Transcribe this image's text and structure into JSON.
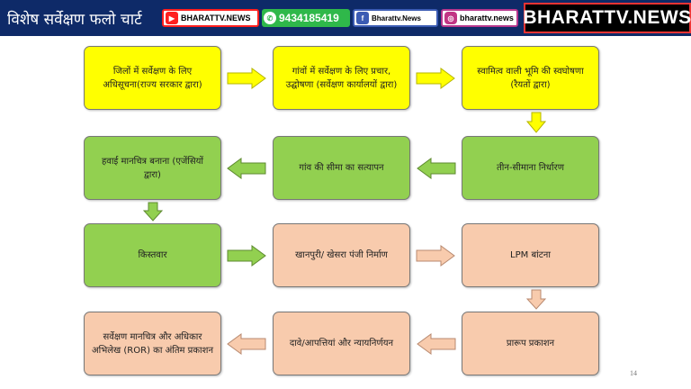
{
  "header": {
    "title": "विशेष सर्वेक्षण फलो चार्ट",
    "socials": {
      "youtube": "BHARATTV.NEWS",
      "whatsapp": "9434185419",
      "facebook": "Bharattv.News",
      "instagram": "bharattv.news"
    },
    "brand": "BHARATTV.NEWS"
  },
  "flow": {
    "step1": "जिलों में सर्वेक्षण के लिए अधिसूचना(राज्य सरकार द्वारा)",
    "step2": "गांवों में सर्वेक्षण के लिए प्रचार, उद्घोषणा (सर्वेक्षण कार्यालयों द्वारा)",
    "step3": "स्वामित्व वाली भूमि की स्वघोषणा (रैयतों द्वारा)",
    "step4": "हवाई मानचित्र बनाना (एजेंसियों द्वारा)",
    "step5": "गांव की सीमा का सत्यापन",
    "step6": "तीन-सीमाना निर्धारण",
    "step7": "किस्तवार",
    "step8": "खानपुरी/ खेसरा पंजी निर्माण",
    "step9": "LPM बांटना",
    "step10": "सर्वेक्षण मानचित्र और अधिकार अभिलेख (ROR) का अंतिम प्रकाशन",
    "step11": "दावे/आपत्तियां और न्यायनिर्णयन",
    "step12": "प्रारूप प्रकाशन"
  },
  "colors": {
    "yellow": "#ffff00",
    "green": "#92d050",
    "peach": "#f8cbad",
    "header": "#0e2a68"
  },
  "page_number": "14"
}
